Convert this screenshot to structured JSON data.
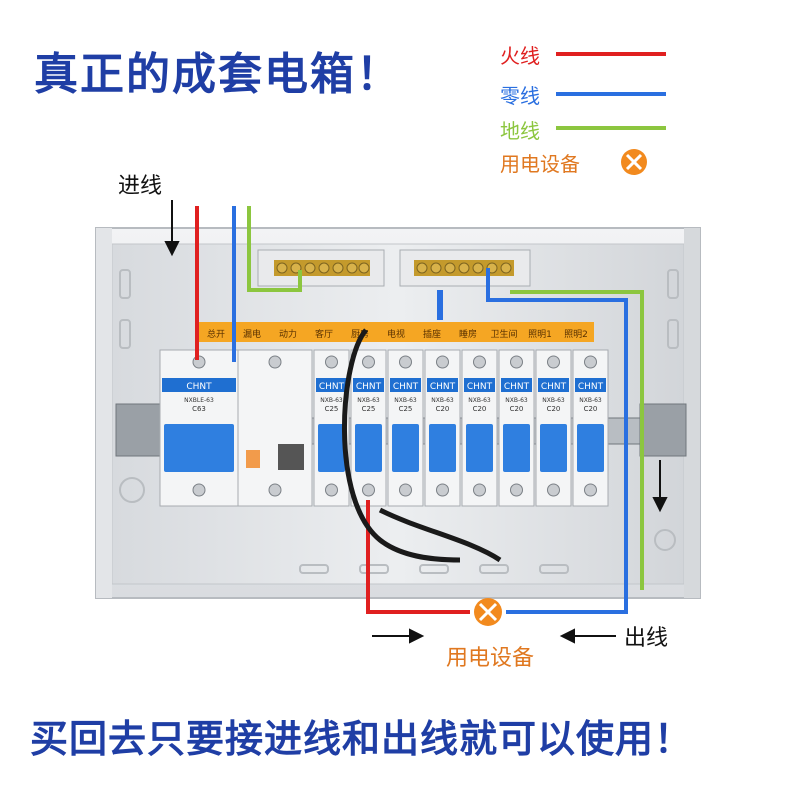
{
  "headline": "真正的成套电箱！",
  "footer": "买回去只要接进线和出线就可以使用！",
  "legend": [
    {
      "label": "火线",
      "color": "#e02020"
    },
    {
      "label": "零线",
      "color": "#2a6fe0"
    },
    {
      "label": "地线",
      "color": "#8cc63f"
    },
    {
      "label": "用电设备",
      "color": "#e07820",
      "icon": "load-symbol-icon"
    }
  ],
  "labels": {
    "incoming": "进线",
    "outgoing": "出线",
    "device": "用电设备"
  },
  "panel": {
    "circuit_labels": [
      "总开",
      "漏电",
      "动力",
      "客厅",
      "厨房",
      "电视",
      "插座",
      "睡房",
      "卫生间",
      "照明1",
      "照明2"
    ],
    "brand": "CHNT",
    "breakers": [
      {
        "model": "NXBLE-63",
        "rating": "C63"
      },
      {
        "model": "NXB-63",
        "rating": "C25"
      },
      {
        "model": "NXB-63",
        "rating": "C25"
      },
      {
        "model": "NXB-63",
        "rating": "C25"
      },
      {
        "model": "NXB-63",
        "rating": "C20"
      },
      {
        "model": "NXB-63",
        "rating": "C20"
      },
      {
        "model": "NXB-63",
        "rating": "C20"
      },
      {
        "model": "NXB-63",
        "rating": "C20"
      },
      {
        "model": "NXB-63",
        "rating": "C20"
      }
    ]
  }
}
